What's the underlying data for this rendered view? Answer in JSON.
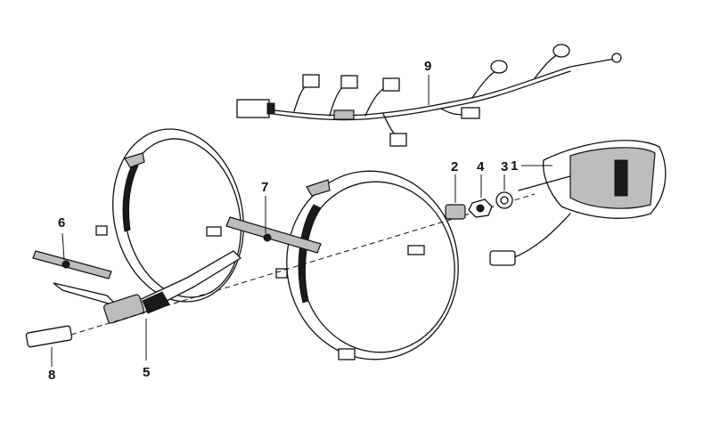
{
  "diagram": {
    "callouts": [
      "1",
      "2",
      "3",
      "4",
      "5",
      "6",
      "7",
      "8",
      "9"
    ],
    "colors": {
      "ink": "#111111",
      "paper": "#ffffff",
      "shade": "#bdbdbd"
    }
  }
}
